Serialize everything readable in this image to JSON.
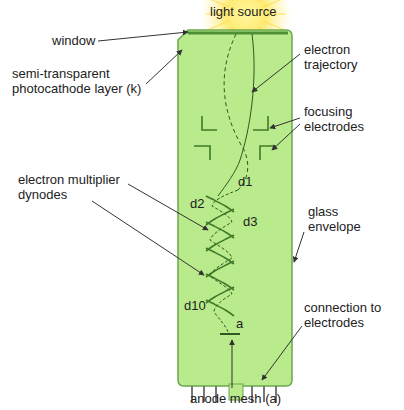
{
  "diagram": {
    "labels": [
      "light source",
      "window",
      "electron trajectory",
      "semi-transparent photocathode layer (k)",
      "focusing electrodes",
      "glass envelope",
      "electron multiplier dynodes",
      "d1",
      "d2",
      "d3",
      "d10",
      "a",
      "connection to electrodes",
      "anode mesh (a)"
    ]
  }
}
